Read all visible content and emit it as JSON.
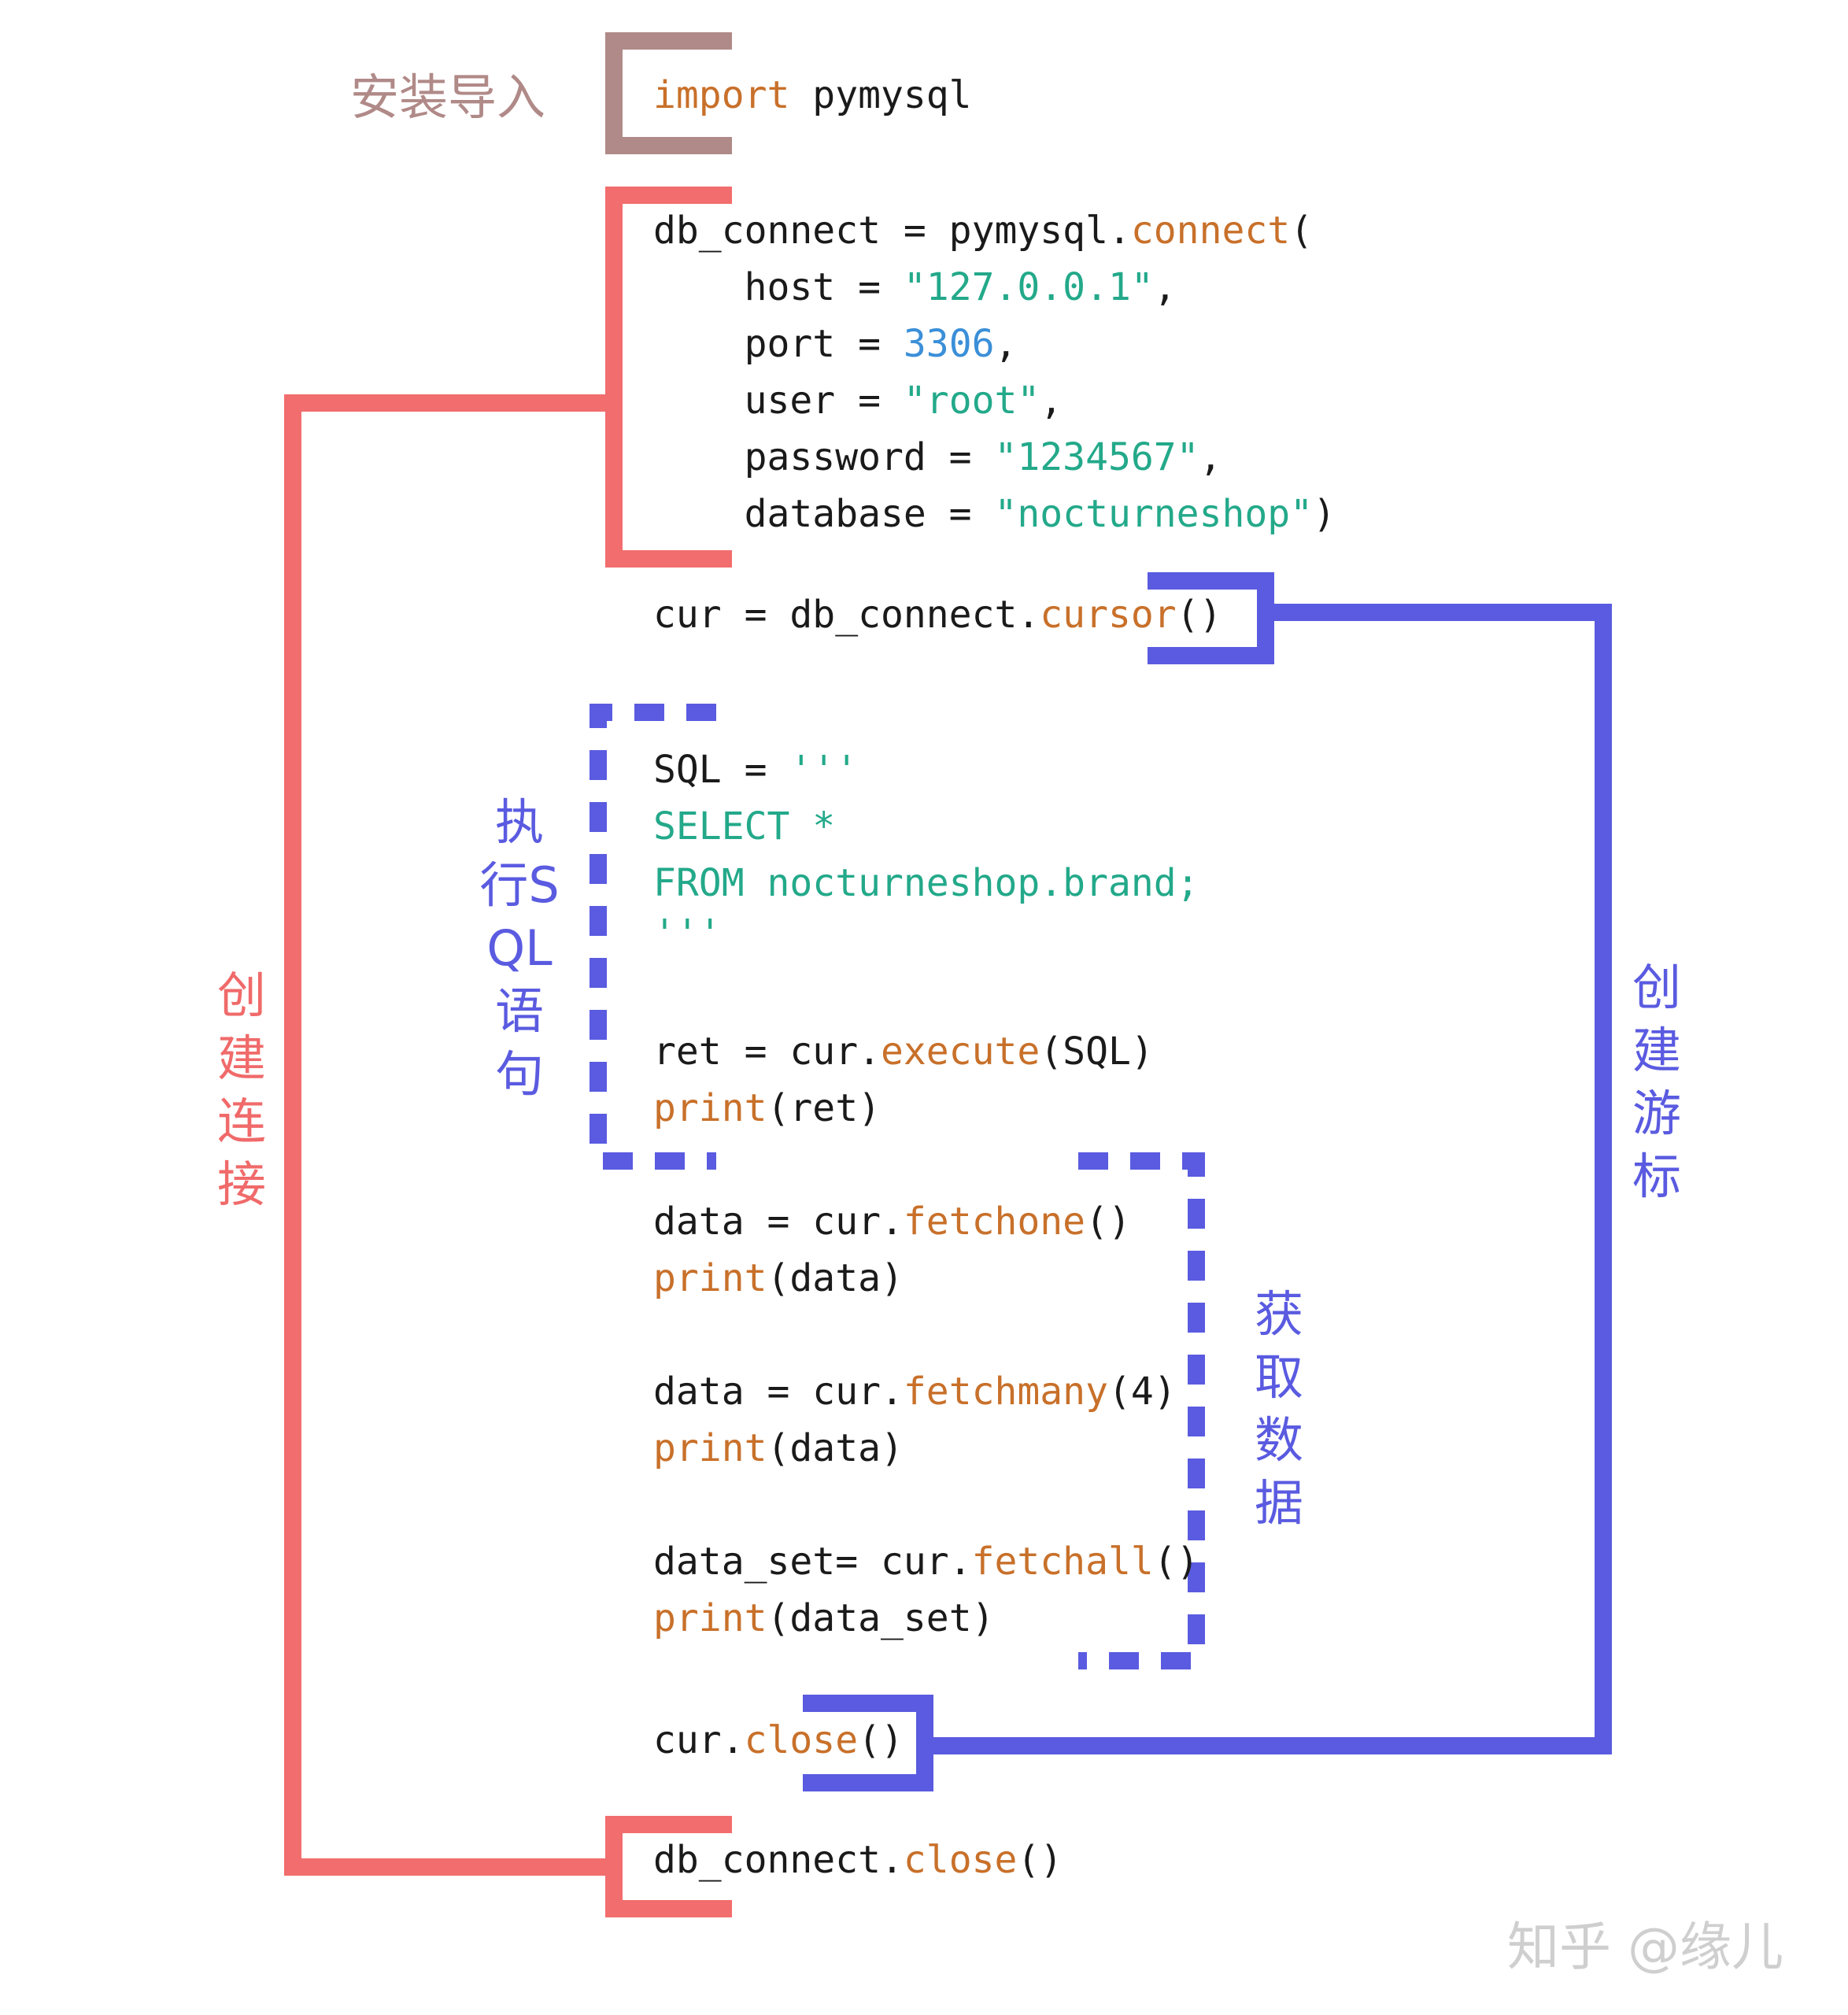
{
  "colors": {
    "import_bracket": "#b08a88",
    "connection": "#f26d6d",
    "cursor": "#5a5be0",
    "keyword": "#c8702a",
    "string": "#23a98a",
    "number": "#3b8fd8"
  },
  "labels": {
    "install_import": "安装导入",
    "create_connection": "创建连接",
    "execute_sql": "执行SQL语句",
    "create_cursor": "创建游标",
    "fetch_data": "获取数据"
  },
  "watermark": "知乎 @缘儿",
  "code": {
    "import_kw": "import",
    "import_mod": " pymysql",
    "connect_prefix": "db_connect = pymysql.",
    "connect_fn": "connect",
    "connect_paren": "(",
    "host_key": "    host = ",
    "host_val": "\"127.0.0.1\"",
    "comma": ",",
    "port_key": "    port = ",
    "port_val": "3306",
    "user_key": "    user = ",
    "user_val": "\"root\"",
    "password_key": "    password = ",
    "password_val": "\"1234567\"",
    "database_key": "    database = ",
    "database_val": "\"nocturneshop\"",
    "close_paren": ")",
    "cursor_prefix": "cur = db_connect.",
    "cursor_fn": "cursor",
    "empty_call": "()",
    "sql_assign": "SQL = ",
    "sql_quotes": "'''",
    "sql_select": "SELECT *",
    "sql_from": "FROM nocturneshop.brand;",
    "ret_prefix": "ret = cur.",
    "execute_fn": "execute",
    "execute_args": "(SQL)",
    "print_fn": "print",
    "print_ret": "(ret)",
    "fetchone_prefix": "data = cur.",
    "fetchone_fn": "fetchone",
    "print_data": "(data)",
    "fetchmany_prefix": "data = cur.",
    "fetchmany_fn": "fetchmany",
    "fetchmany_args": "(4)",
    "fetchall_prefix": "data_set= cur.",
    "fetchall_fn": "fetchall",
    "print_data_set": "(data_set)",
    "cur_close_prefix": "cur.",
    "close_fn": "close",
    "db_close_prefix": "db_connect."
  }
}
